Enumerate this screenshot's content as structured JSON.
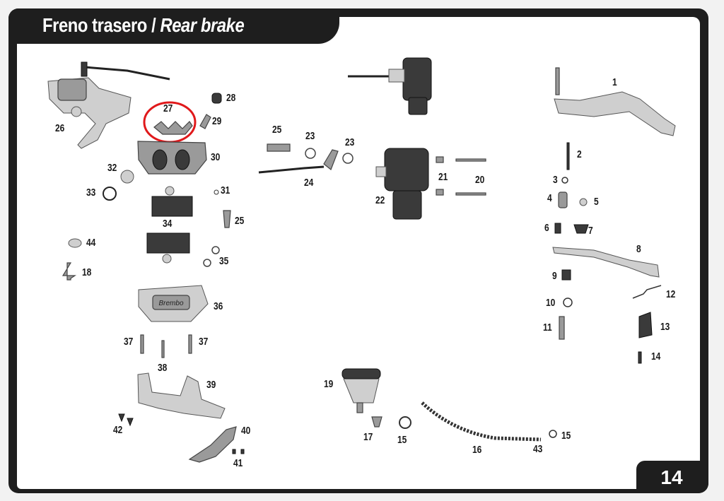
{
  "header": {
    "title_es": "Freno trasero",
    "separator": " / ",
    "title_en": "Rear brake"
  },
  "page_number": "14",
  "part_labels": [
    "1",
    "2",
    "3",
    "4",
    "5",
    "6",
    "7",
    "8",
    "9",
    "10",
    "11",
    "12",
    "13",
    "14",
    "15",
    "15",
    "16",
    "17",
    "19",
    "20",
    "21",
    "22",
    "23",
    "23",
    "24",
    "25",
    "25",
    "26",
    "27",
    "28",
    "29",
    "30",
    "31",
    "32",
    "33",
    "34",
    "35",
    "36",
    "37",
    "37",
    "38",
    "39",
    "40",
    "41",
    "42",
    "43",
    "44",
    "18"
  ],
  "highlight": {
    "color": "#e0191b",
    "target_label": "27"
  },
  "caliper_brand": "Brembo"
}
